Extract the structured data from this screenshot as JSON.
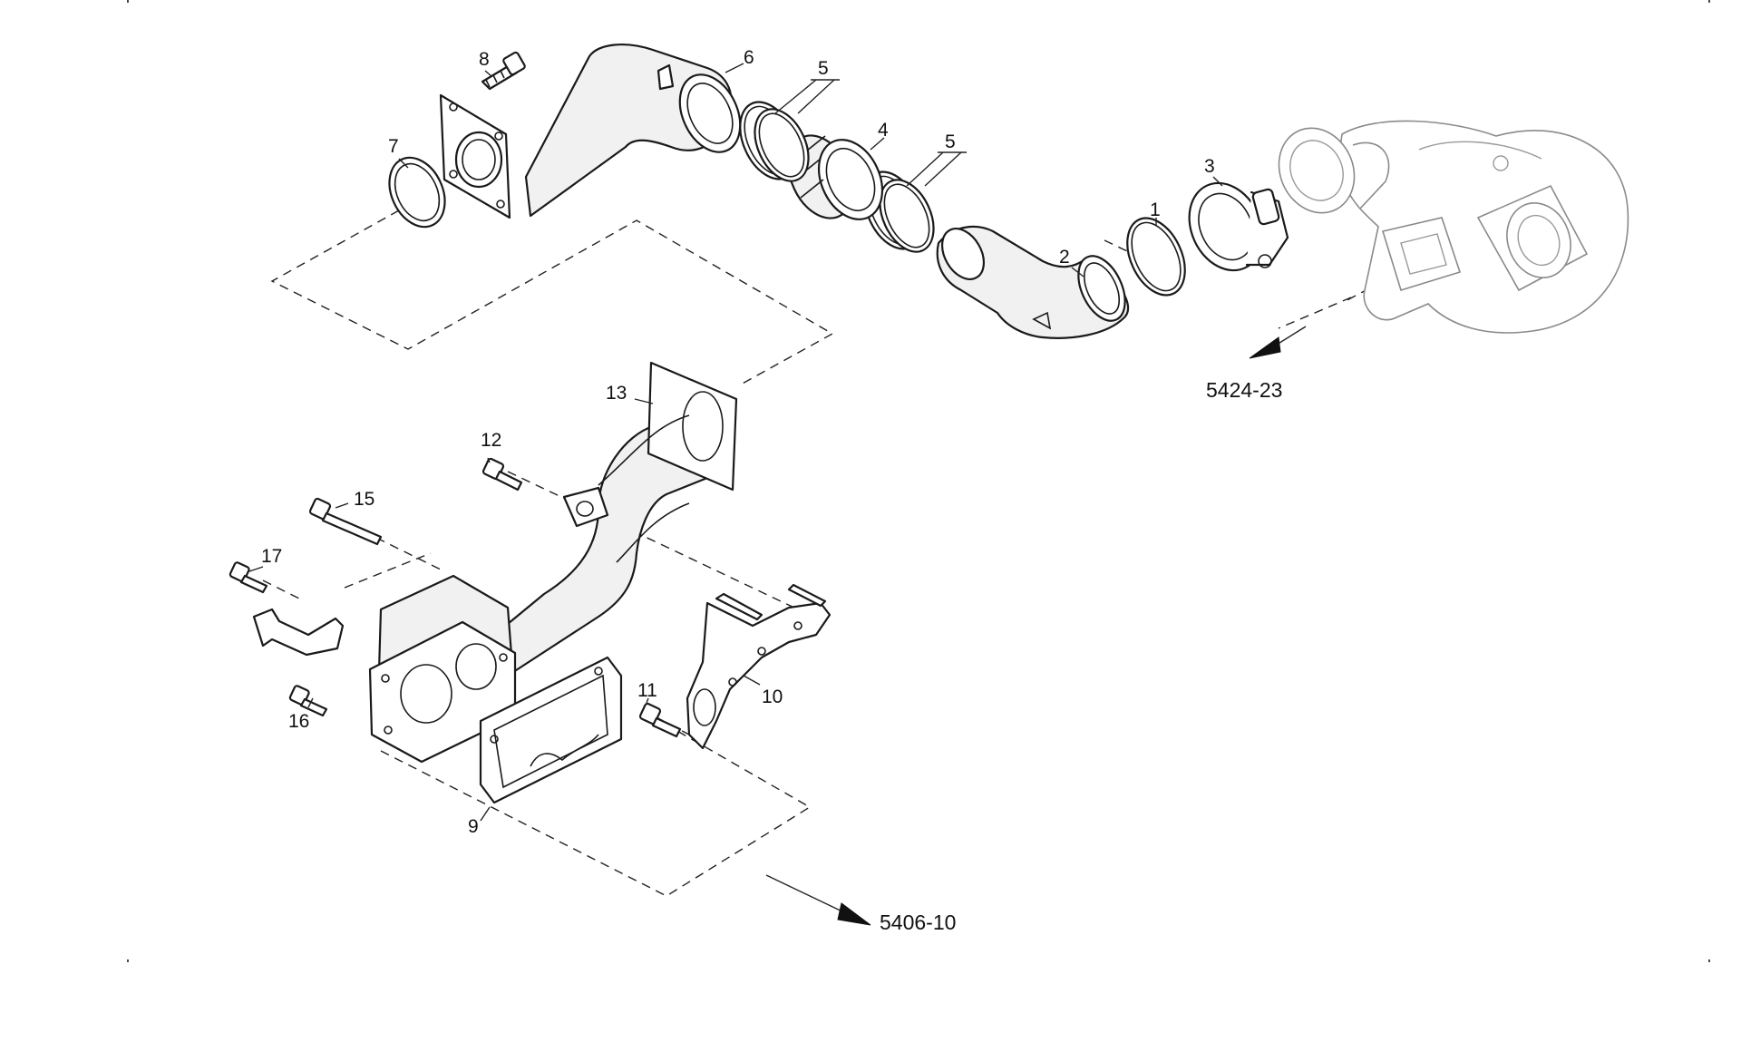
{
  "callouts": {
    "c1": "1",
    "c2": "2",
    "c3": "3",
    "c4": "4",
    "c5a": "5",
    "c5b": "5",
    "c6": "6",
    "c7": "7",
    "c8": "8",
    "c9": "9",
    "c10": "10",
    "c11": "11",
    "c12": "12",
    "c13": "13",
    "c15": "15",
    "c16": "16",
    "c17": "17"
  },
  "references": {
    "turbo_ref": "5424-23",
    "manifold_ref": "5406-10"
  }
}
